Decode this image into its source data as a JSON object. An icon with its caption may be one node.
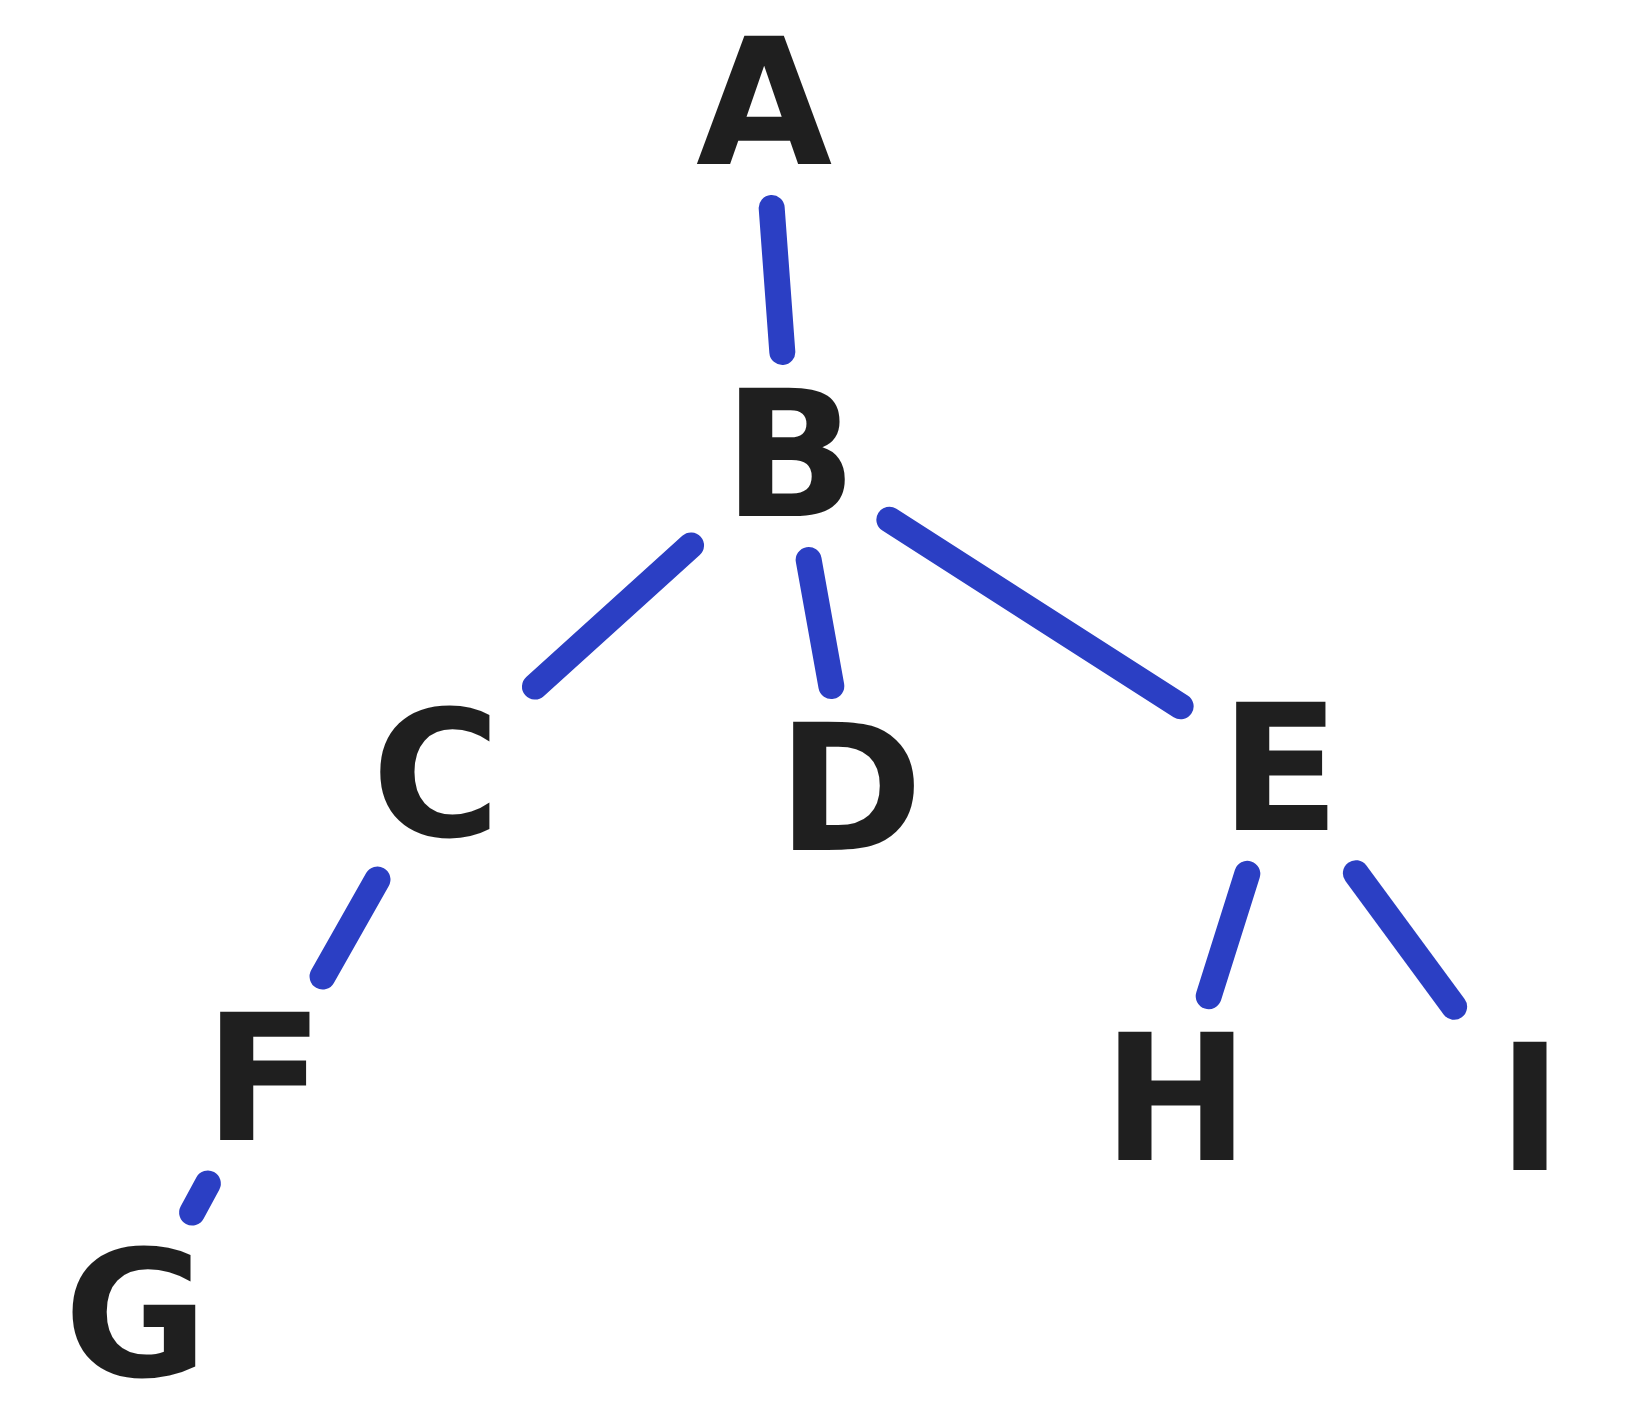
{
  "diagram": {
    "nodes": [
      {
        "text": [
          "A"
        ]
      },
      {
        "text": [
          "B"
        ]
      },
      {
        "text": [
          "C"
        ]
      },
      {
        "text": [
          "D"
        ]
      },
      {
        "text": [
          "E"
        ]
      },
      {
        "text": [
          "F"
        ]
      },
      {
        "text": [
          "G"
        ]
      },
      {
        "text": [
          "H"
        ]
      },
      {
        "text": [
          "I"
        ]
      }
    ],
    "edges": [
      {
        "from": 0,
        "to": 1,
        "arrow": "none"
      },
      {
        "from": 1,
        "to": 2,
        "arrow": "none"
      },
      {
        "from": 1,
        "to": 3,
        "arrow": "none"
      },
      {
        "from": 1,
        "to": 4,
        "arrow": "none"
      },
      {
        "from": 2,
        "to": 5,
        "arrow": "none"
      },
      {
        "from": 4,
        "to": 7,
        "arrow": "none"
      },
      {
        "from": 4,
        "to": 8,
        "arrow": "none"
      },
      {
        "from": 5,
        "to": 6,
        "arrow": "none"
      }
    ]
  }
}
